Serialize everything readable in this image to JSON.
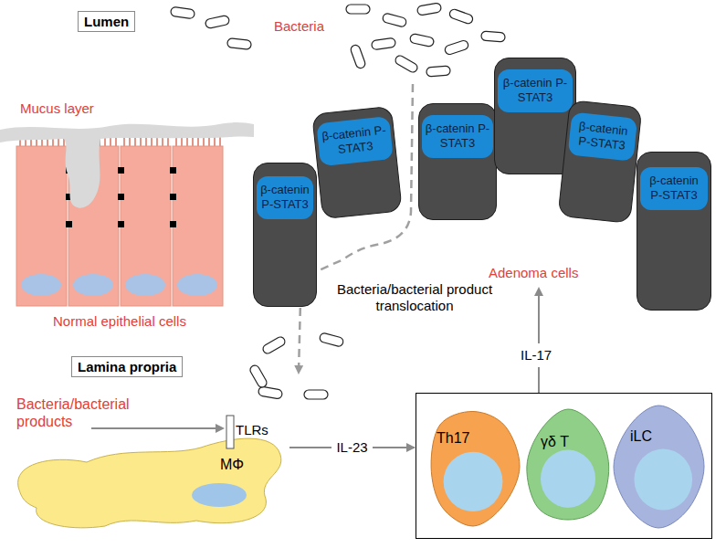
{
  "diagram": {
    "nodes": [
      {
        "text": [
          "Lumen"
        ]
      },
      {
        "text": [
          "β-catenin P-STAT3"
        ]
      },
      {
        "text": [
          "β-catenin P-STAT3"
        ]
      },
      {
        "text": [
          "β-catenin P-STAT3"
        ]
      },
      {
        "text": [
          "β-catenin P-STAT3"
        ]
      },
      {
        "text": [
          "β-catenin P-STAT3"
        ]
      },
      {
        "text": [
          "β-catenin P-STAT3"
        ]
      },
      {
        "text": [
          "Lamina propria"
        ]
      },
      {
        "text": [
          "MΦ"
        ]
      },
      {
        "text": []
      },
      {
        "text": [
          "Th17"
        ],
        "in": 9
      },
      {
        "text": [
          "γδ T"
        ],
        "in": 9
      },
      {
        "text": [
          "iLC"
        ],
        "in": 9
      }
    ],
    "edges": [
      {
        "from": 8,
        "to": 9,
        "arrow": "to",
        "label": "IL-23"
      }
    ],
    "labels": [
      "Bacteria",
      "Mucus layer",
      "Normal epithelial cells",
      "Adenoma cells",
      "Bacteria/bacterial product translocation",
      "Bacteria/bacterial products",
      "TLRs",
      "IL-17"
    ]
  }
}
